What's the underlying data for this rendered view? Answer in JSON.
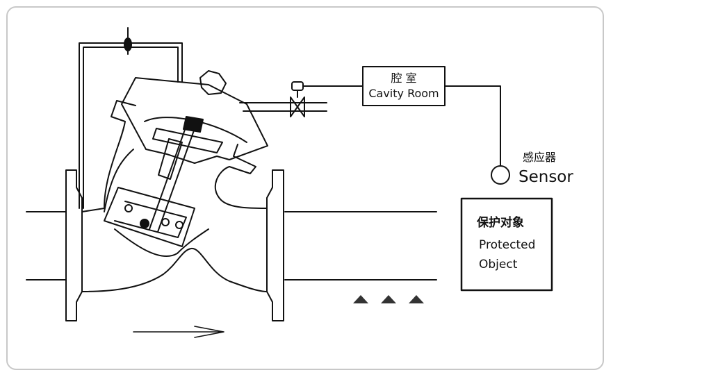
{
  "cavity_label": {
    "cn": "腔 室",
    "en": "Cavity Room"
  },
  "sensor_label": {
    "cn": "感应器",
    "en": "Sensor"
  },
  "protected_label": {
    "cn": "保护对象",
    "en_line1": "Protected",
    "en_line2": "Object"
  },
  "colors": {
    "line": "#111111",
    "frame_border": "#c8c8c8",
    "background": "#ffffff",
    "marker_fill": "#333333"
  },
  "icons": [
    "flow-direction-arrow-icon",
    "sensor-circle-icon",
    "needle-valve-icon",
    "ball-valve-icon",
    "water-level-marker-icon"
  ]
}
